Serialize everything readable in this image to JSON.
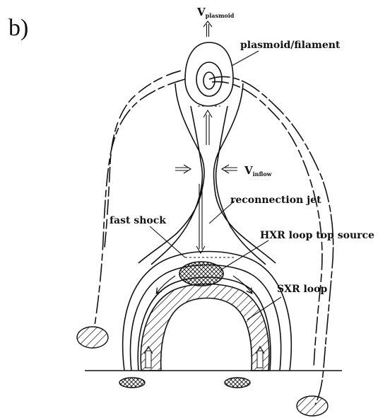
{
  "panel_label": "b)",
  "labels": {
    "v_plasmoid": {
      "main": "V",
      "sub": "plasmoid"
    },
    "plasmoid": "plasmoid/filament",
    "v_inflow": {
      "main": "V",
      "sub": "inflow"
    },
    "reconnection_jet": "reconnection jet",
    "fast_shock": "fast shock",
    "hxr_loop_top": "HXR loop top source",
    "sxr_loop": "SXR loop"
  }
}
